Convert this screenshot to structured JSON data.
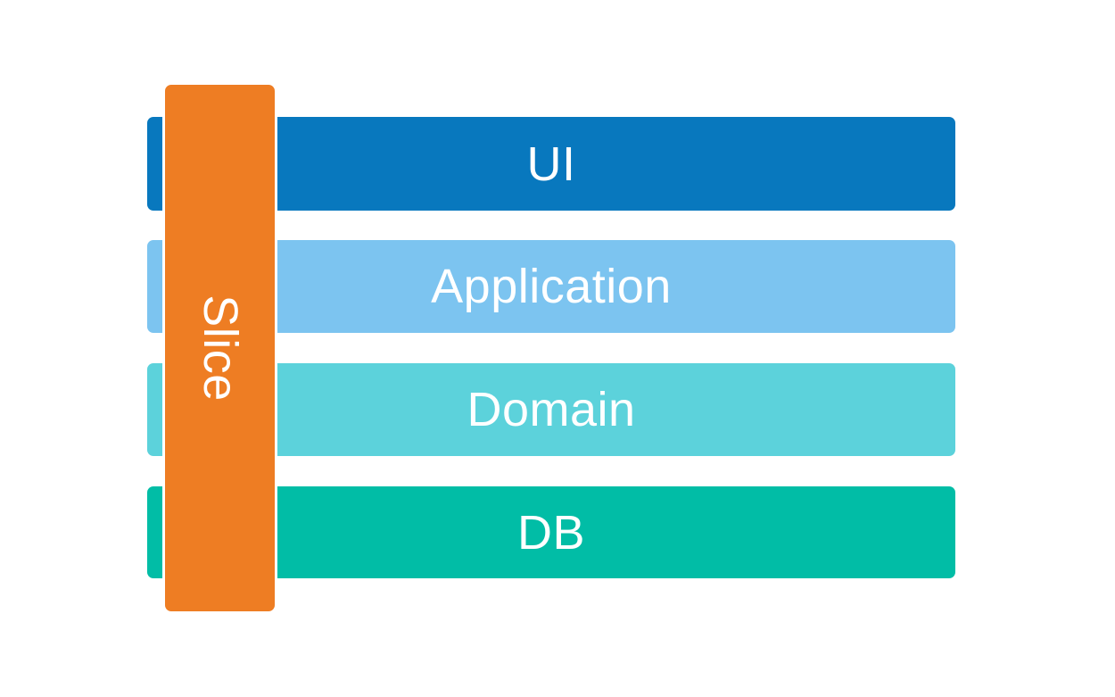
{
  "diagram": {
    "title": "layered-architecture-with-vertical-slice",
    "background_color": "#FFFFFF",
    "label_text_color": "#FFFFFF",
    "layers": [
      {
        "label": "UI",
        "color": "#0878BE"
      },
      {
        "label": "Application",
        "color": "#7CC4F0"
      },
      {
        "label": "Domain",
        "color": "#5CD2DB"
      },
      {
        "label": "DB",
        "color": "#01BDA6"
      }
    ],
    "slice": {
      "label": "Slice",
      "color": "#EE7D23",
      "outline_color": "#FFFFFF",
      "text_rotation_deg": 90
    }
  }
}
